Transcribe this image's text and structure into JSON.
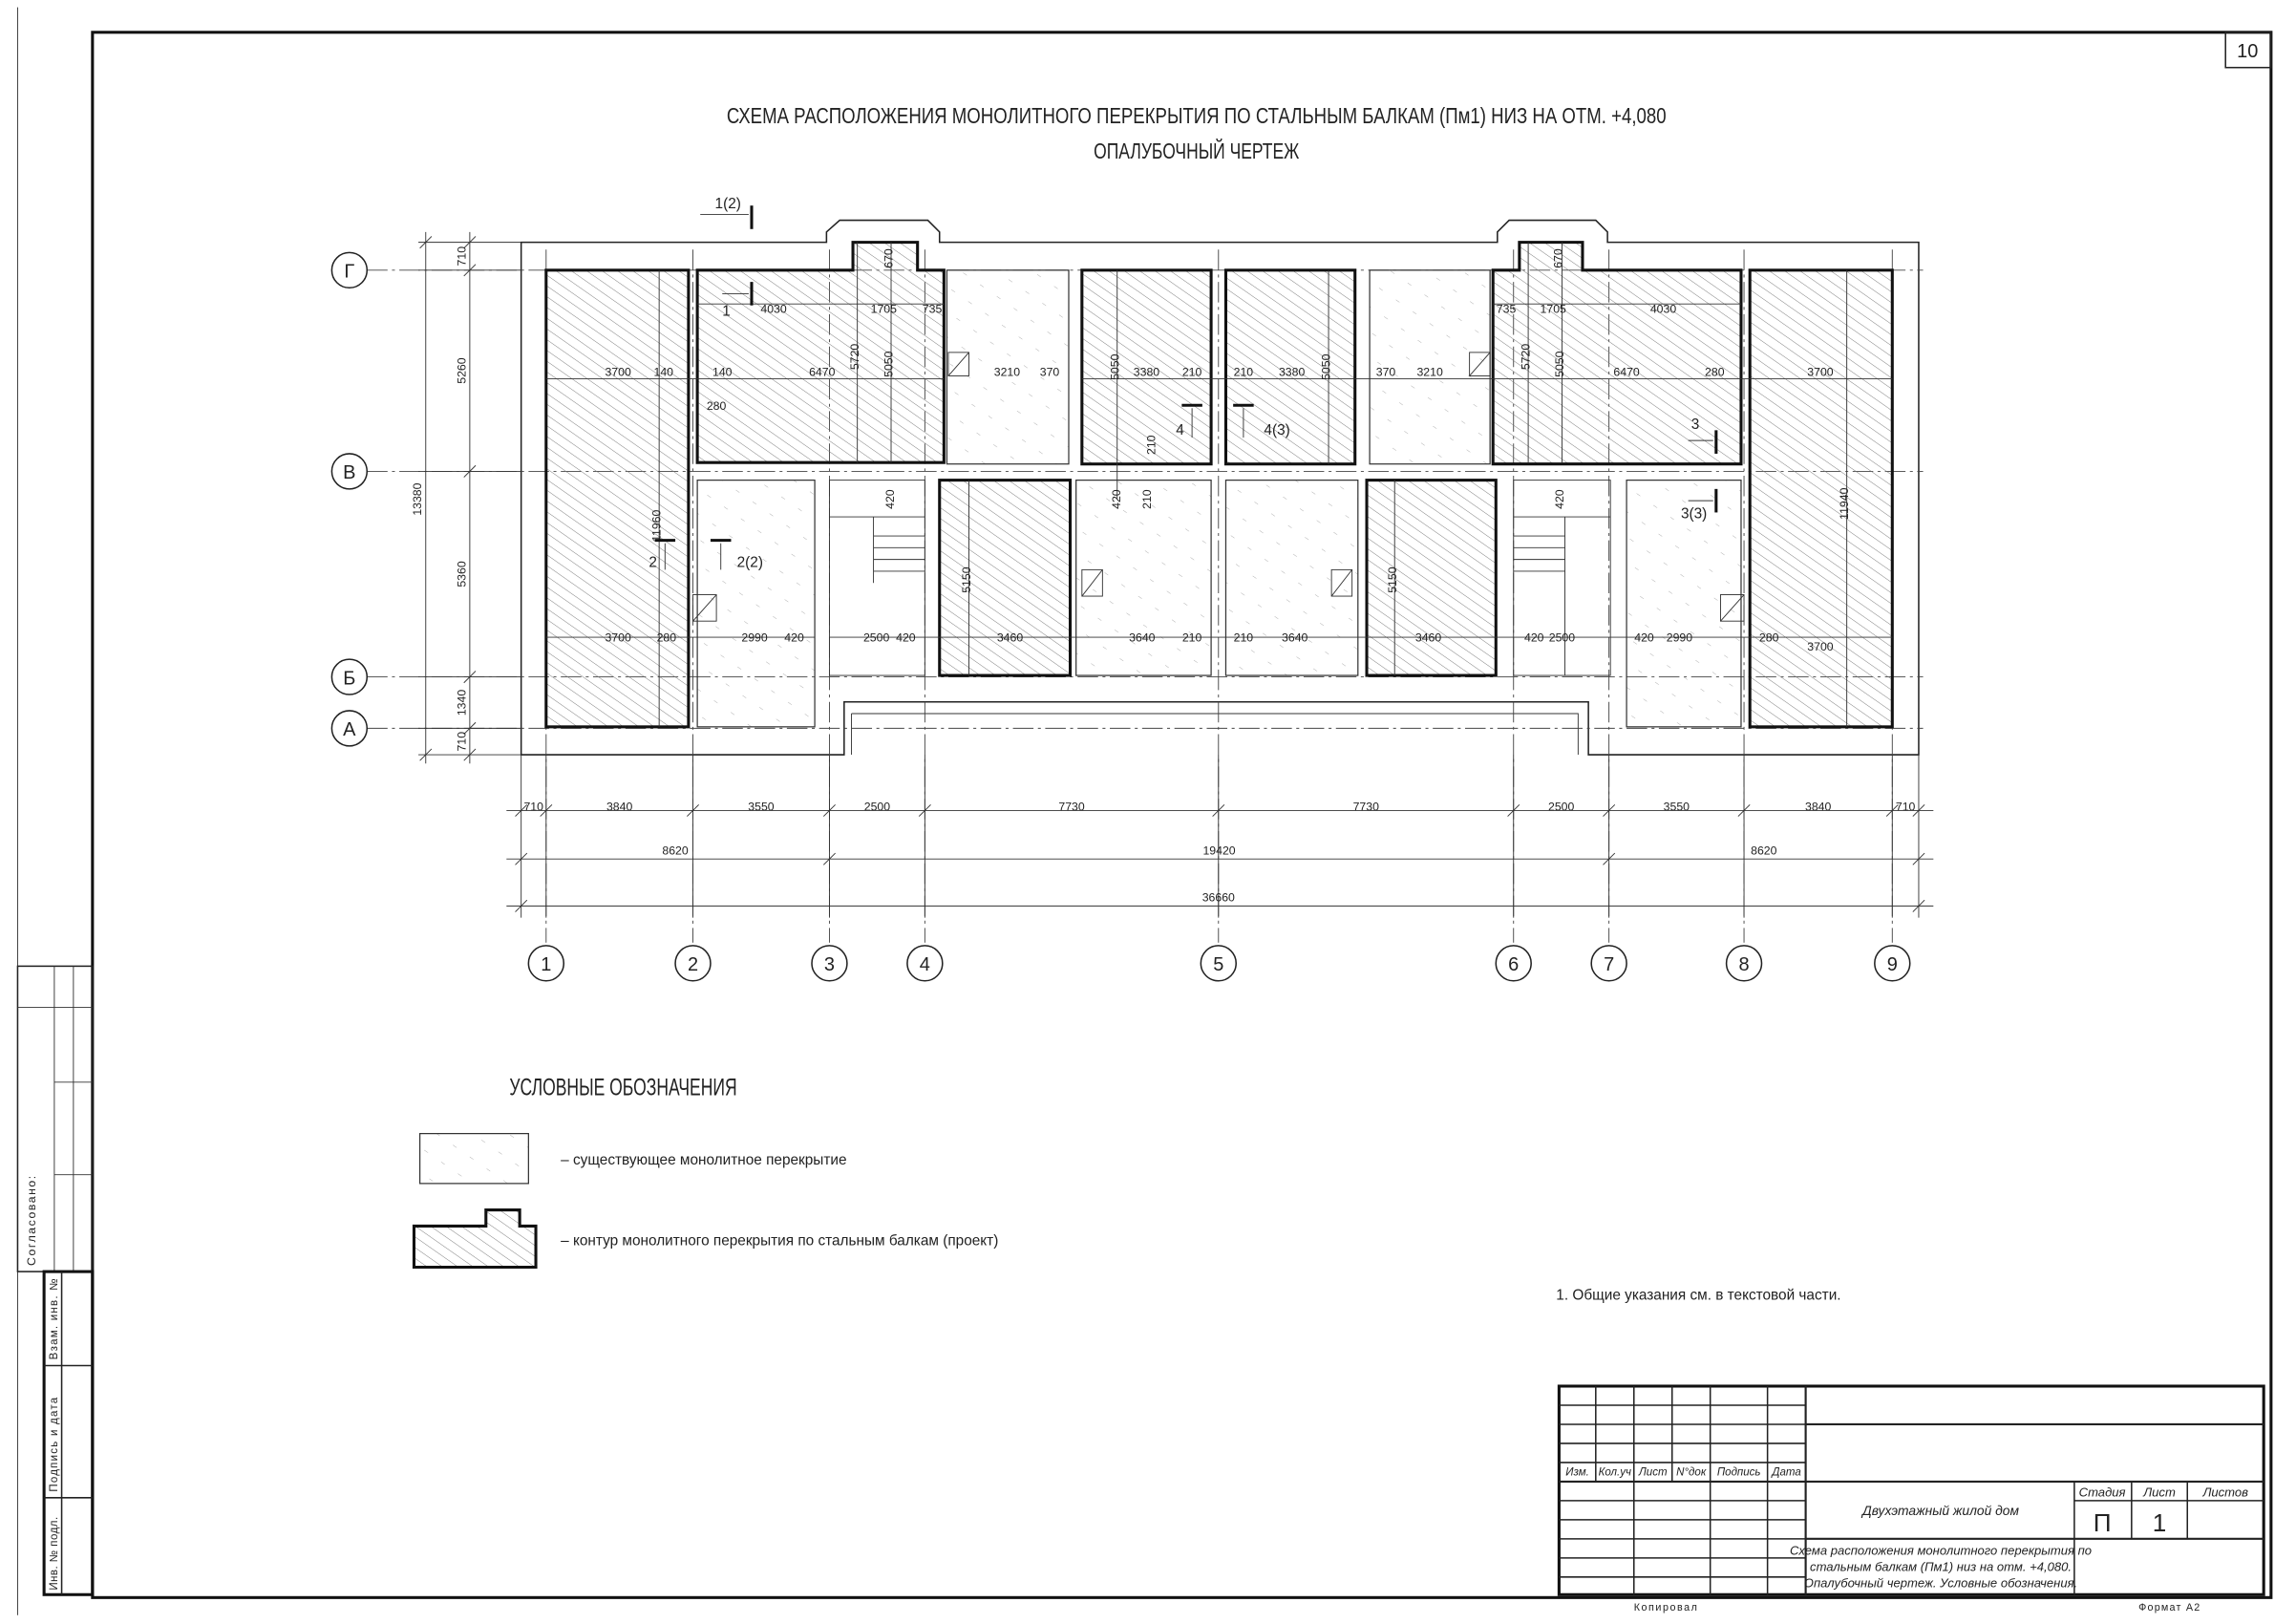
{
  "sheet_number": "10",
  "title": {
    "line1": "СХЕМА РАСПОЛОЖЕНИЯ МОНОЛИТНОГО ПЕРЕКРЫТИЯ ПО СТАЛЬНЫМ БАЛКАМ (Пм1) НИЗ НА ОТМ. +4,080",
    "line2": "ОПАЛУБОЧНЫЙ ЧЕРТЕЖ"
  },
  "axes": {
    "rows": [
      "Г",
      "В",
      "Б",
      "А"
    ],
    "cols": [
      "1",
      "2",
      "3",
      "4",
      "5",
      "6",
      "7",
      "8",
      "9"
    ]
  },
  "dims": {
    "bottom_chain": [
      "710",
      "3840",
      "3550",
      "2500",
      "7730",
      "7730",
      "2500",
      "3550",
      "3840",
      "710"
    ],
    "bottom_mid": [
      "8620",
      "19420",
      "8620"
    ],
    "overall": "36660",
    "left_chain": [
      "710",
      "5260",
      "5360",
      "1340",
      "710"
    ],
    "left_total": "13380"
  },
  "plan_labels": [
    "3700",
    "140",
    "140",
    "6470",
    "3210",
    "370",
    "3380",
    "210",
    "210",
    "3380",
    "370",
    "3210",
    "6470",
    "280",
    "3700",
    "4030",
    "1705",
    "735",
    "735",
    "1705",
    "4030",
    "670",
    "5720",
    "5050",
    "5050",
    "5050",
    "5720",
    "5050",
    "670",
    "11960",
    "11940",
    "420",
    "420",
    "210",
    "210",
    "420",
    "5150",
    "5150",
    "280",
    "3700",
    "280",
    "2990",
    "420",
    "2500",
    "420",
    "3460",
    "3640",
    "210",
    "210",
    "3640",
    "3460",
    "420",
    "2500",
    "420",
    "2990",
    "280",
    "3700"
  ],
  "section_marks": [
    "1(2)",
    "1",
    "2",
    "2(2)",
    "4",
    "4(3)",
    "3",
    "3(3)"
  ],
  "legend": {
    "title": "УСЛОВНЫЕ ОБОЗНАЧЕНИЯ",
    "existing": "– существующее монолитное перекрытие",
    "project": "– контур монолитного перекрытия по стальным балкам (проект)"
  },
  "note": "1.  Общие указания см. в текстовой части.",
  "stamp_left": {
    "agreed": "Согласовано:",
    "inv_no": "Инв. № подл.",
    "sign_date": "Подпись и дата",
    "replace_inv": "Взам. инв. №"
  },
  "title_block": {
    "headers": [
      "Изм.",
      "Кол.уч",
      "Лист",
      "N°док",
      "Подпись",
      "Дата"
    ],
    "project_name": "Двухэтажный жилой дом",
    "stage_label": "Стадия",
    "sheet_label": "Лист",
    "sheets_label": "Листов",
    "stage_value": "П",
    "sheet_value": "1",
    "drawing_name": [
      "Схема расположения монолитного перекрытия по",
      "стальным балкам (Пм1) низ на отм. +4,080.",
      "Опалубочный чертеж. Условные обозначения."
    ],
    "copied": "Копировал",
    "format": "Формат А2"
  }
}
